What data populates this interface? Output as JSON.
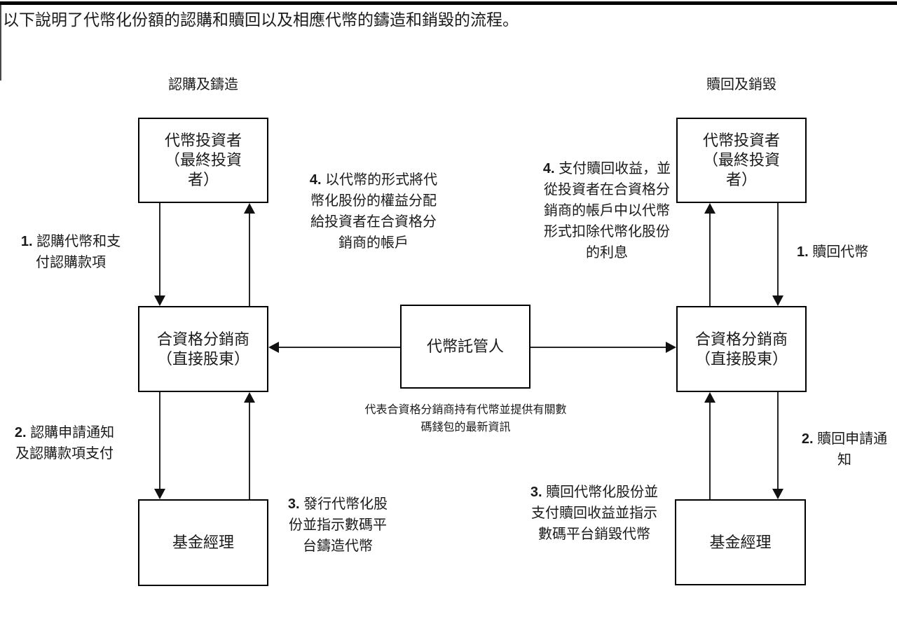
{
  "intro": "以下說明了代幣化份額的認購和贖回以及相應代幣的鑄造和銷毀的流程。",
  "sections": {
    "left_title": "認購及鑄造",
    "right_title": "贖回及銷毀"
  },
  "boxes": {
    "investor": "代幣投資者\n（最終投資\n者）",
    "distributor": "合資格分銷商\n（直接股東）",
    "fund_manager": "基金經理",
    "custodian": "代幣託管人",
    "custodian_caption": "代表合資格分銷商持有代幣並提供有關數\n碼錢包的最新資訊"
  },
  "labels": {
    "sub_1": {
      "num": "1.",
      "text": "認購代幣和支\n付認購款項"
    },
    "sub_2": {
      "num": "2.",
      "text": "認購申請通知\n及認購款項支付"
    },
    "sub_3": {
      "num": "3.",
      "text": "發行代幣化股\n份並指示數碼平\n台鑄造代幣"
    },
    "sub_4": {
      "num": "4.",
      "text": "以代幣的形式將代\n幣化股份的權益分配\n給投資者在合資格分\n銷商的帳戶"
    },
    "red_1": {
      "num": "1.",
      "text": "贖回代幣"
    },
    "red_2": {
      "num": "2.",
      "text": "贖回申請通\n知"
    },
    "red_3": {
      "num": "3.",
      "text": "贖回代幣化股份並\n支付贖回收益並指示\n數碼平台銷毀代幣"
    },
    "red_4": {
      "num": "4.",
      "text": "支付贖回收益，並\n從投資者在合資格分\n銷商的帳戶中以代幣\n形式扣除代幣化股份\n的利息"
    }
  },
  "colors": {
    "line": "#262626",
    "box_border": "#000000",
    "text": "#1a1a1a"
  }
}
